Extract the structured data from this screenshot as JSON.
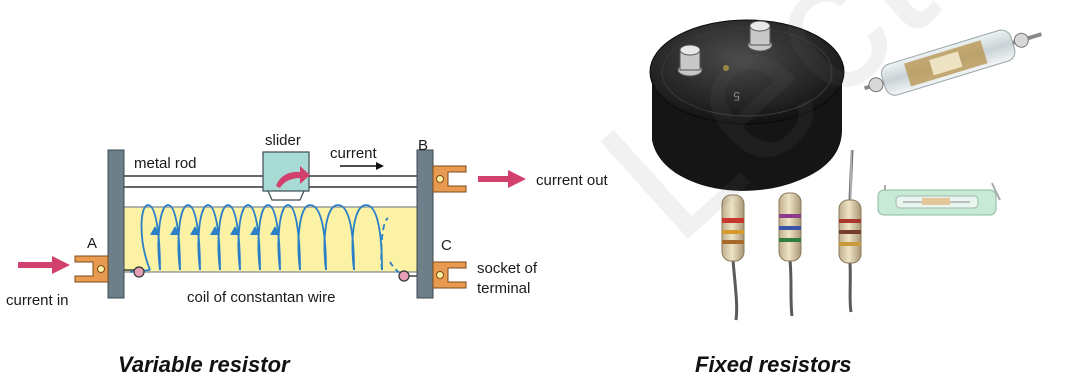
{
  "variable_resistor": {
    "caption": "Variable resistor",
    "labels": {
      "slider": "slider",
      "metal_rod": "metal rod",
      "current": "current",
      "terminal_b": "B",
      "current_out": "current out",
      "terminal_a": "A",
      "terminal_c": "C",
      "current_in": "current in",
      "socket_of": "socket of",
      "terminal": "terminal",
      "coil": "coil of constantan wire"
    }
  },
  "fixed_resistors": {
    "caption": "Fixed resistors"
  },
  "watermark": "Lecture",
  "colors": {
    "arrow_pink": "#d2406e",
    "coil_blue": "#2a7fc6",
    "tube_yellow": "#fbf2a6",
    "frame_gray": "#6d7f88",
    "terminal_orange": "#e89a50",
    "slider_teal": "#a9dbd6"
  }
}
